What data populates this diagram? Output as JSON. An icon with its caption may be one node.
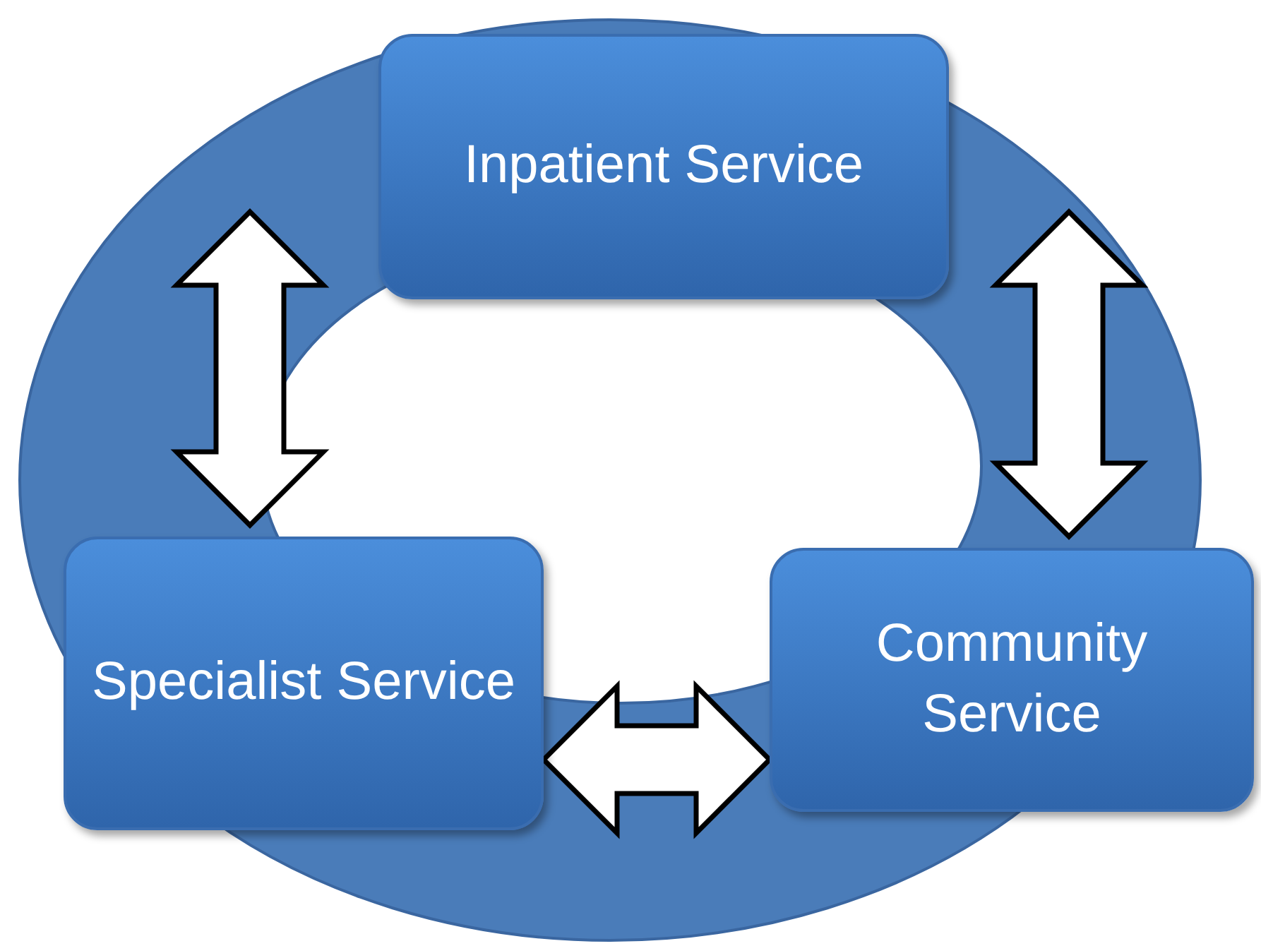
{
  "diagram": {
    "nodes": [
      {
        "text": [
          "Inpatient Service"
        ]
      },
      {
        "text": [
          "Specialist Service"
        ]
      },
      {
        "text": [
          "Community Service"
        ]
      }
    ],
    "edges": [
      {
        "from": 1,
        "to": 0,
        "arrow": "both"
      },
      {
        "from": 0,
        "to": 2,
        "arrow": "both"
      },
      {
        "from": 1,
        "to": 2,
        "arrow": "both"
      }
    ]
  }
}
